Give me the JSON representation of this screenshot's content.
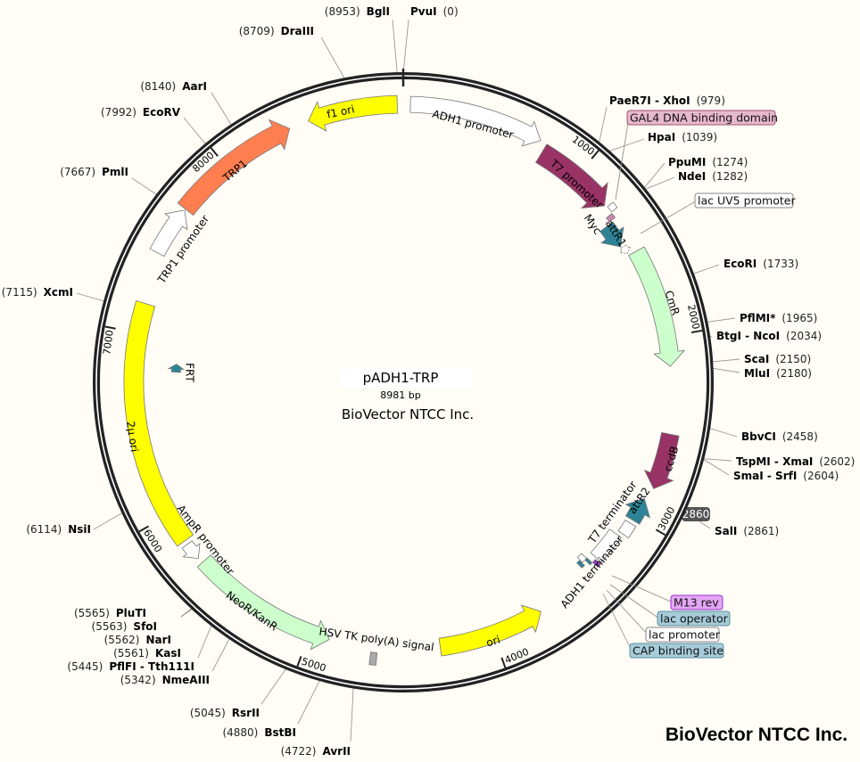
{
  "plasmid": {
    "name": "pADH1-TRP",
    "length": 8981,
    "length_label": "8981 bp",
    "company": "BioVector NTCC Inc."
  },
  "watermark": "BioVector NTCC Inc.",
  "sal_badge": "2860",
  "ticks": [
    {
      "bp": 1000,
      "label": "1000"
    },
    {
      "bp": 2000,
      "label": "2000"
    },
    {
      "bp": 3000,
      "label": "3000"
    },
    {
      "bp": 4000,
      "label": "4000"
    },
    {
      "bp": 5000,
      "label": "5000"
    },
    {
      "bp": 6000,
      "label": "6000"
    },
    {
      "bp": 7000,
      "label": "7000"
    },
    {
      "bp": 8000,
      "label": "8000"
    }
  ],
  "features": [
    {
      "name": "f1 ori",
      "start": 8483,
      "end": 8950,
      "dir": -1,
      "color": "#ffff00"
    },
    {
      "name": "ADH1 promoter",
      "start": 37,
      "end": 738,
      "dir": 1,
      "color": "#ffffff"
    },
    {
      "name": "GAL4 DNA binding domain",
      "start": 775,
      "end": 1215,
      "dir": 1,
      "color": "#993366"
    },
    {
      "name": "T7 promoter",
      "start": 1230,
      "end": 1265,
      "dir": 0,
      "color": "#ffffff"
    },
    {
      "name": "Myc",
      "start": 1272,
      "end": 1300,
      "dir": 0,
      "color": "#cc88aa"
    },
    {
      "name": "attR1",
      "start": 1310,
      "end": 1447,
      "dir": 1,
      "color": "#2e8496"
    },
    {
      "name": "lac UV5 promoter",
      "start": 1455,
      "end": 1500,
      "dir": 1,
      "color": "#ffffff"
    },
    {
      "name": "CmR",
      "start": 1512,
      "end": 2160,
      "dir": 1,
      "color": "#ccffcc"
    },
    {
      "name": "ccdB",
      "start": 2520,
      "end": 2820,
      "dir": 1,
      "color": "#993366"
    },
    {
      "name": "attR2",
      "start": 2887,
      "end": 3019,
      "dir": -1,
      "color": "#2e8496"
    },
    {
      "name": "T7 terminator",
      "start": 3040,
      "end": 3110,
      "dir": 0,
      "color": "#ffffff"
    },
    {
      "name": "ADH1 terminator",
      "start": 3130,
      "end": 3300,
      "dir": 0,
      "color": "#ffffff"
    },
    {
      "name": "M13 rev",
      "start": 3310,
      "end": 3332,
      "dir": 0,
      "color": "#9933cc"
    },
    {
      "name": "lac operator",
      "start": 3336,
      "end": 3352,
      "dir": 0,
      "color": "#2e8496"
    },
    {
      "name": "lac promoter",
      "start": 3340,
      "end": 3372,
      "dir": 0,
      "color": "#ffffff"
    },
    {
      "name": "CAP binding site",
      "start": 3376,
      "end": 3396,
      "dir": 0,
      "color": "#2e8496"
    },
    {
      "name": "ori",
      "start": 3718,
      "end": 4292,
      "dir": -1,
      "color": "#ffff00"
    },
    {
      "name": "HSV TK poly(A) signal",
      "start": 4628,
      "end": 4662,
      "dir": 0,
      "color": "#aaaaaa"
    },
    {
      "name": "NeoR/KanR",
      "start": 4890,
      "end": 5690,
      "dir": -1,
      "color": "#ccffcc"
    },
    {
      "name": "AmpR promoter",
      "start": 5720,
      "end": 5815,
      "dir": -1,
      "color": "#ffffff"
    },
    {
      "name": "2μ ori",
      "start": 5838,
      "end": 7160,
      "dir": 0,
      "color": "#ffff00"
    },
    {
      "name": "FRT",
      "start": 6800,
      "end": 6850,
      "dir": 1,
      "color": "#2e8496"
    },
    {
      "name": "TRP1 promoter",
      "start": 7430,
      "end": 7690,
      "dir": 1,
      "color": "#ffffff"
    },
    {
      "name": "TRP1",
      "start": 7697,
      "end": 8380,
      "dir": 1,
      "color": "#ff7f50"
    }
  ],
  "callouts": [
    {
      "feature": 2,
      "label": "GAL4 DNA binding domain",
      "color": "#e6b8cc",
      "border": "#a0506e"
    },
    {
      "feature": 6,
      "label": "lac UV5 promoter",
      "color": "#ffffff",
      "border": "#888888"
    },
    {
      "feature": 12,
      "label": "M13 rev",
      "color": "#e3a6f5",
      "border": "#9933cc"
    },
    {
      "feature": 13,
      "label": "lac operator",
      "color": "#a6ccd9",
      "border": "#5e8fa0"
    },
    {
      "feature": 14,
      "label": "lac promoter",
      "color": "#ffffff",
      "border": "#888888"
    },
    {
      "feature": 15,
      "label": "CAP binding site",
      "color": "#a6ccd9",
      "border": "#5e8fa0"
    }
  ],
  "sites": [
    {
      "name": "PvuI",
      "pos": 0,
      "pos_label": "(0)"
    },
    {
      "name": "PaeR7I - XhoI",
      "pos": 979,
      "pos_label": "(979)"
    },
    {
      "name": "HpaI",
      "pos": 1039,
      "pos_label": "(1039)"
    },
    {
      "name": "PpuMI",
      "pos": 1274,
      "pos_label": "(1274)"
    },
    {
      "name": "NdeI",
      "pos": 1282,
      "pos_label": "(1282)"
    },
    {
      "name": "EcoRI",
      "pos": 1733,
      "pos_label": "(1733)"
    },
    {
      "name": "PflMI*",
      "pos": 1965,
      "pos_label": "(1965)",
      "dim": true
    },
    {
      "name": "BtgI - NcoI",
      "pos": 2034,
      "pos_label": "(2034)"
    },
    {
      "name": "ScaI",
      "pos": 2150,
      "pos_label": "(2150)"
    },
    {
      "name": "MluI",
      "pos": 2180,
      "pos_label": "(2180)"
    },
    {
      "name": "BbvCI",
      "pos": 2458,
      "pos_label": "(2458)"
    },
    {
      "name": "TspMI - XmaI",
      "pos": 2602,
      "pos_label": "(2602)"
    },
    {
      "name": "SmaI - SrfI",
      "pos": 2604,
      "pos_label": "(2604)"
    },
    {
      "name": "SalI",
      "pos": 2861,
      "pos_label": "(2861)"
    },
    {
      "name": "AvrII",
      "pos": 4722,
      "pos_label": "(4722)"
    },
    {
      "name": "BstBI",
      "pos": 4880,
      "pos_label": "(4880)"
    },
    {
      "name": "RsrII",
      "pos": 5045,
      "pos_label": "(5045)"
    },
    {
      "name": "NmeAIII",
      "pos": 5342,
      "pos_label": "(5342)"
    },
    {
      "name": "PflFI - Tth111I",
      "pos": 5445,
      "pos_label": "(5445)"
    },
    {
      "name": "KasI",
      "pos": 5561,
      "pos_label": "(5561)"
    },
    {
      "name": "NarI",
      "pos": 5562,
      "pos_label": "(5562)"
    },
    {
      "name": "SfoI",
      "pos": 5563,
      "pos_label": "(5563)"
    },
    {
      "name": "PluTI",
      "pos": 5565,
      "pos_label": "(5565)"
    },
    {
      "name": "NsiI",
      "pos": 6114,
      "pos_label": "(6114)"
    },
    {
      "name": "XcmI",
      "pos": 7115,
      "pos_label": "(7115)"
    },
    {
      "name": "PmlI",
      "pos": 7667,
      "pos_label": "(7667)"
    },
    {
      "name": "EcoRV",
      "pos": 7992,
      "pos_label": "(7992)"
    },
    {
      "name": "AarI",
      "pos": 8140,
      "pos_label": "(8140)"
    },
    {
      "name": "DraIII",
      "pos": 8709,
      "pos_label": "(8709)"
    },
    {
      "name": "BglI",
      "pos": 8953,
      "pos_label": "(8953)"
    }
  ]
}
